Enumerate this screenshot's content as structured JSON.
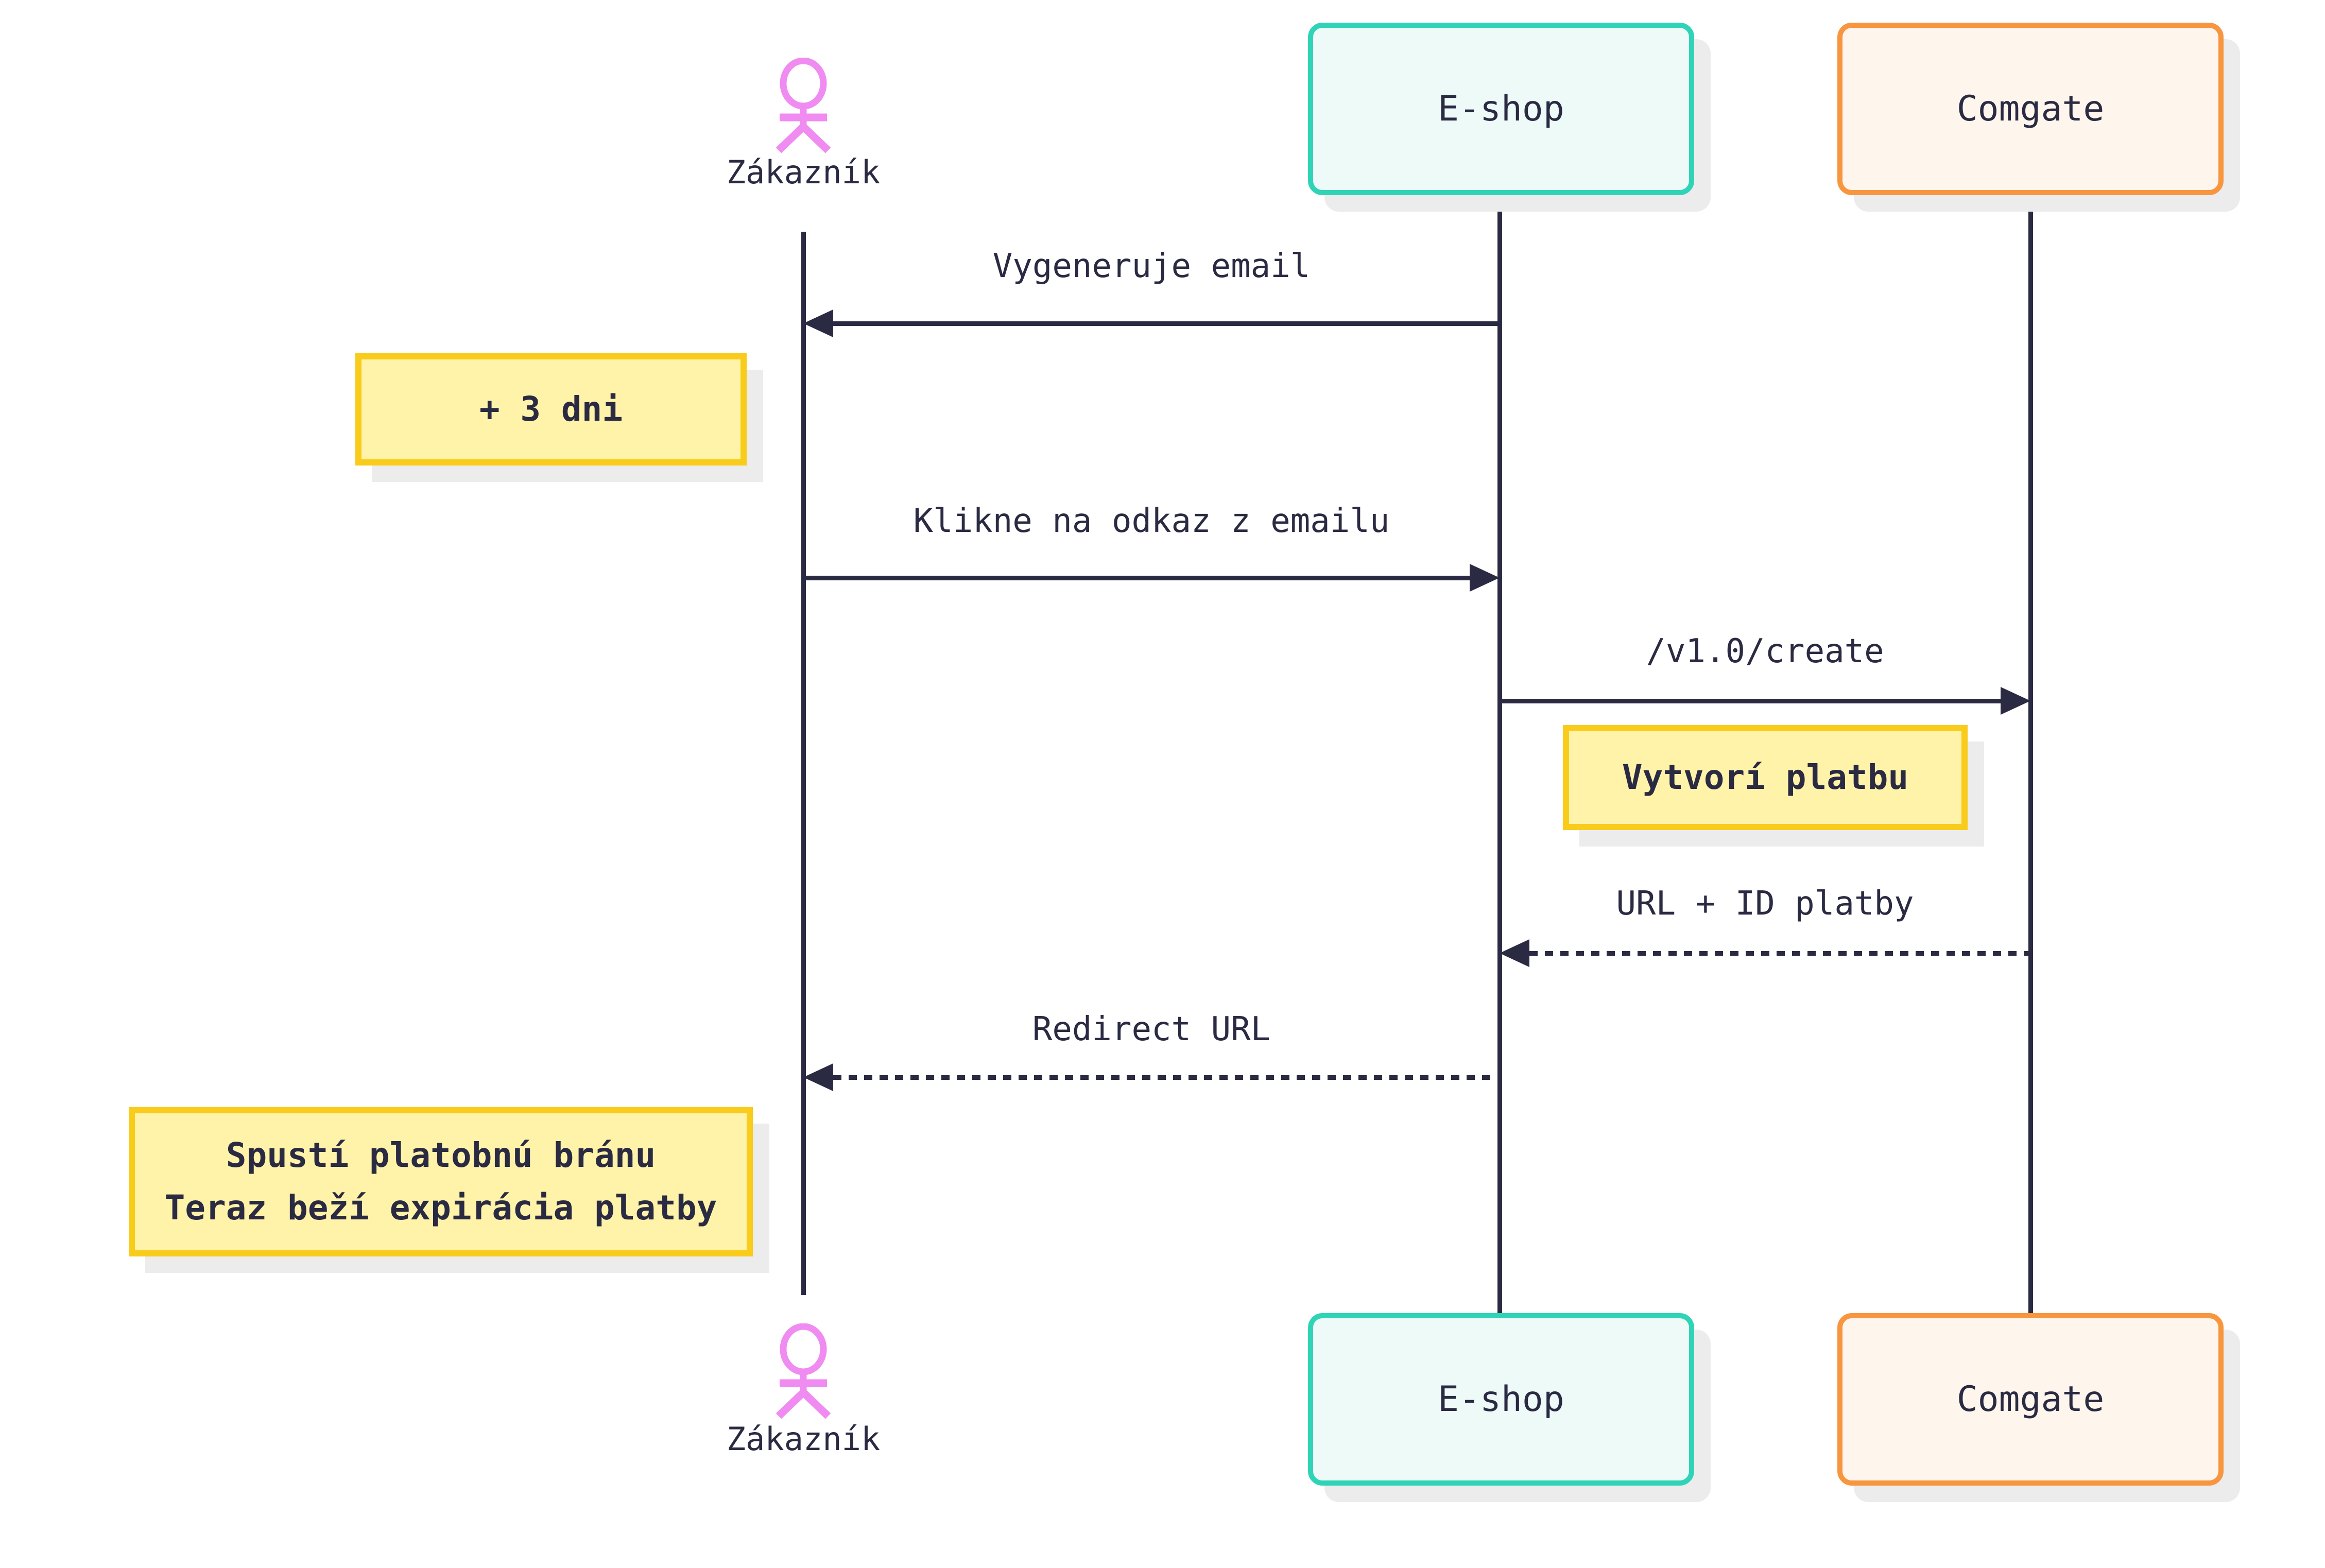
{
  "diagram": {
    "type": "sequence-diagram",
    "colors": {
      "background": "#FFFFFF",
      "ink": "#2A2A43",
      "teal_border": "#2FD4B7",
      "teal_fill": "#EDFAF8",
      "orange_border": "#F8963F",
      "orange_fill": "#FEF5EC",
      "note_border": "#F9CB1B",
      "note_fill": "#FEF3A9",
      "actor_pink": "#F08BF1",
      "shadow": "#ECECEC"
    },
    "actors": {
      "zakaznik": {
        "label": "Zákazník",
        "kind": "person"
      },
      "eshop": {
        "label": "E-shop",
        "kind": "participant"
      },
      "comgate": {
        "label": "Comgate",
        "kind": "participant"
      }
    },
    "messages": [
      {
        "label": "Vygeneruje email",
        "from": "E-shop",
        "to": "Zákazník",
        "line": "solid",
        "direction": "left"
      },
      {
        "label": "Klikne na odkaz z emailu",
        "from": "Zákazník",
        "to": "E-shop",
        "line": "solid",
        "direction": "right"
      },
      {
        "label": "/v1.0/create",
        "from": "E-shop",
        "to": "Comgate",
        "line": "solid",
        "direction": "right"
      },
      {
        "label": "URL + ID platby",
        "from": "Comgate",
        "to": "E-shop",
        "line": "dotted",
        "direction": "left"
      },
      {
        "label": "Redirect URL",
        "from": "E-shop",
        "to": "Zákazník",
        "line": "dotted",
        "direction": "left"
      }
    ],
    "notes": [
      {
        "text": "+ 3 dni"
      },
      {
        "text": "Vytvorí platbu"
      },
      {
        "line1": "Spustí platobnú bránu",
        "line2": "Teraz beží expirácia platby"
      }
    ]
  }
}
